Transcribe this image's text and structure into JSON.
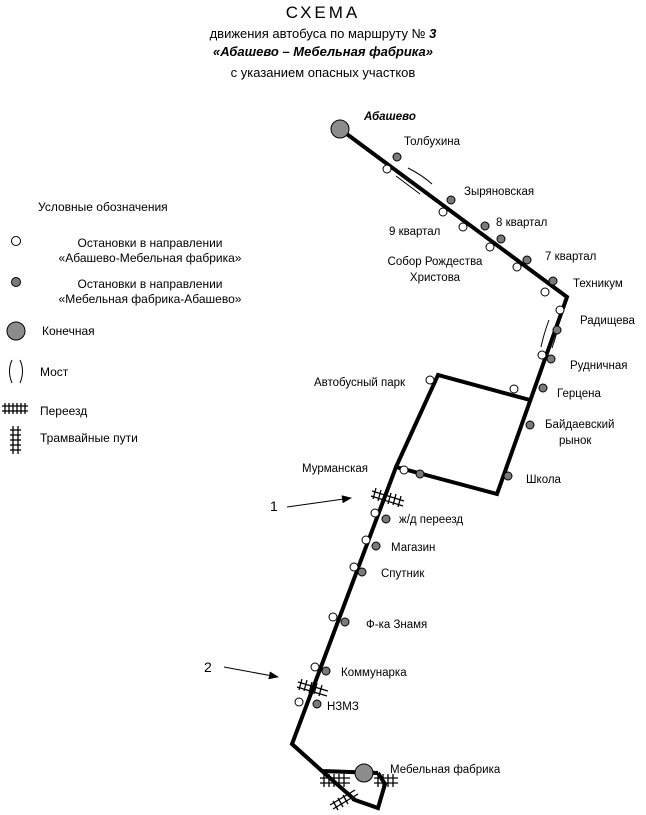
{
  "header": {
    "title": "СХЕМА",
    "line1_prefix": "движения автобуса по маршруту №",
    "route_number": "3",
    "route_name": "«Абашево – Мебельная фабрика»",
    "line3": "с указанием опасных участков"
  },
  "legend": {
    "title": "Условные обозначения",
    "stop_dir1_line1": "Остановки в направлении",
    "stop_dir1_line2": "«Абашево-Мебельная фабрика»",
    "stop_dir2_line1": "Остановки в направлении",
    "stop_dir2_line2": "«Мебельная фабрика-Абашево»",
    "terminal": "Конечная",
    "bridge": "Мост",
    "crossing": "Переезд",
    "tram": "Трамвайные пути"
  },
  "stops": {
    "abashevo": "Абашево",
    "tolbukhina": "Толбухина",
    "zyryanovskaya": "Зыряновская",
    "kvartal8": "8 квартал",
    "kvartal9": "9 квартал",
    "sobor_line1": "Собор Рождества",
    "sobor_line2": "Христова",
    "kvartal7": "7 квартал",
    "tekhnikum": "Техникум",
    "radishcheva": "Радищева",
    "rudnichnaya": "Рудничная",
    "avtobusny_park": "Автобусный парк",
    "gertsena": "Герцена",
    "baydaevsky_line1": "Байдаевский",
    "baydaevsky_line2": "рынок",
    "murmanskaya": "Мурманская",
    "shkola": "Школа",
    "zhd_pereezd": "ж/д переезд",
    "magazin": "Магазин",
    "sputnik": "Спутник",
    "fka_znamya": "Ф-ка Знамя",
    "kommunarka": "Коммунарка",
    "nzmz": "НЗМЗ",
    "mebelnaya_fabrika": "Мебельная фабрика"
  },
  "danger_markers": {
    "marker1": "1",
    "marker2": "2"
  },
  "colors": {
    "route": "#000000",
    "stop_dir1_fill": "#ffffff",
    "stop_dir2_fill": "#7a7a7a",
    "terminal_fill": "#8c8c8c"
  }
}
